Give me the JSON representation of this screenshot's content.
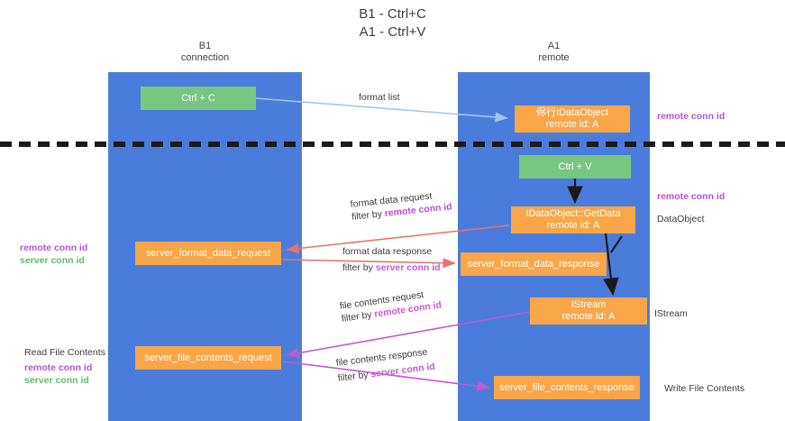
{
  "title": {
    "line1": "B1 - Ctrl+C",
    "line2": "A1 - Ctrl+V"
  },
  "lanes": [
    {
      "id": "b1",
      "name": "B1",
      "role": "connection",
      "color": "#4a7ddb"
    },
    {
      "id": "a1",
      "name": "A1",
      "role": "remote",
      "color": "#4a7ddb"
    }
  ],
  "colors": {
    "lane": "#4a7ddb",
    "orange_box": "#f8a647",
    "green_box": "#78c77f",
    "remote_conn_id": "#b452d8",
    "server_conn_id": "#60bd6d",
    "arrow_format_list": "#9fc6ee",
    "arrow_format_data": "#e8736c",
    "arrow_file_contents": "#c15ad0",
    "arrow_black": "#1a1a1a",
    "divider": "#1a1a1a"
  },
  "boxes": {
    "ctrl_c": {
      "label": "Ctrl + C",
      "style": "green"
    },
    "ctrl_v": {
      "label": "Ctrl + V",
      "style": "green"
    },
    "idataobject": {
      "label": "侭行IDataObject",
      "sublabel": "remote id: A",
      "style": "orange"
    },
    "getdata": {
      "label": "IDataObject::GetData",
      "sublabel": "remote id: A",
      "style": "orange"
    },
    "istream": {
      "label": "IStream",
      "sublabel": "remote id: A",
      "style": "orange"
    },
    "server_format_data_request": {
      "label": "server_format_data_request",
      "style": "orange"
    },
    "server_format_data_response": {
      "label": "server_format_data_response",
      "style": "orange"
    },
    "server_file_contents_request": {
      "label": "server_file_contents_request",
      "style": "orange"
    },
    "server_file_contents_response": {
      "label": "server_file_contents_response",
      "style": "orange"
    }
  },
  "edge_labels": {
    "format_list": "format list",
    "format_data_request": "format data request",
    "format_data_request_filter_prefix": "filter by ",
    "format_data_request_filter_key": "remote conn id",
    "format_data_response": "format data response",
    "format_data_response_filter_prefix": "filter by ",
    "format_data_response_filter_key": "server conn id",
    "file_contents_request": "file contents request",
    "file_contents_request_filter_prefix": "filter by ",
    "file_contents_request_filter_key": "remote conn id",
    "file_contents_response": "file contents response",
    "file_contents_response_filter_prefix": "filter by ",
    "file_contents_response_filter_key": "server conn id"
  },
  "annotations": {
    "right_remote_conn_id_top": "remote conn id",
    "right_remote_conn_id_mid": "remote conn id",
    "right_dataobject": "DataObject",
    "right_istream": "IStream",
    "right_write_file_contents": "Write File Contents",
    "left_remote_conn_id_mid": "remote conn id",
    "left_server_conn_id_mid": "server conn id",
    "left_read_file_contents": "Read File Contents",
    "left_remote_conn_id_bottom": "remote conn id",
    "left_server_conn_id_bottom": "server conn id"
  }
}
